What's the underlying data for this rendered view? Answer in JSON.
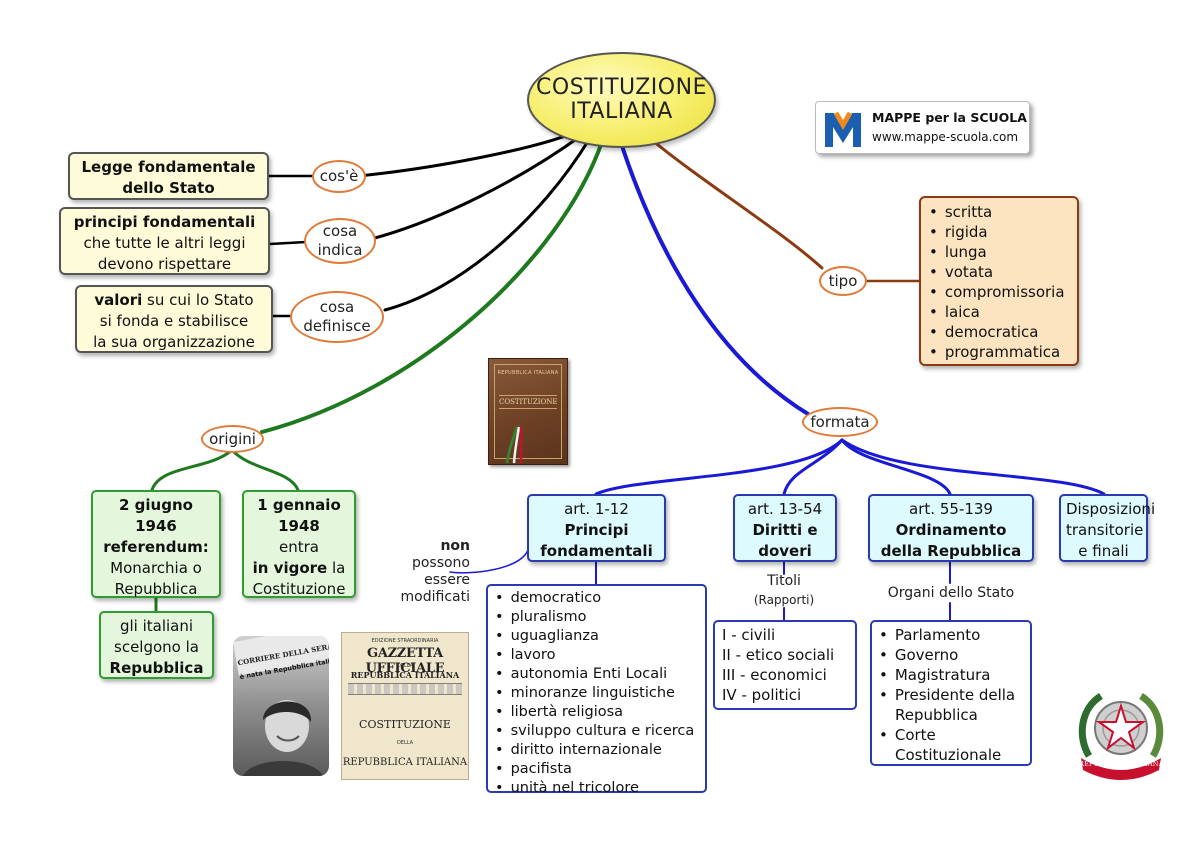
{
  "title": {
    "line1": "COSTITUZIONE",
    "line2": "ITALIANA"
  },
  "logo": {
    "mark": "M",
    "name": "MAPPE per la SCUOLA",
    "url": "www.mappe-scuola.com"
  },
  "left_branch": {
    "links": [
      "cos'è",
      [
        "cosa",
        "indica"
      ],
      [
        "cosa",
        "definisce"
      ]
    ],
    "box1": {
      "bold": [
        "Legge fondamentale",
        "dello Stato"
      ]
    },
    "box2": {
      "bold": "principi fondamentali",
      "rest": [
        "che tutte le altri leggi",
        "devono rispettare"
      ]
    },
    "box3": {
      "bold": "valori",
      "rest1": " su cui lo Stato",
      "rest": [
        "si fonda e stabilisce",
        "la sua organizzazione"
      ]
    }
  },
  "tipo": {
    "label": "tipo",
    "items": [
      "scritta",
      "rigida",
      "lunga",
      "votata",
      "compromissoria",
      "laica",
      "democratica",
      "programmatica"
    ]
  },
  "book": {
    "header": "REPUBBLICA ITALIANA",
    "title": "COSTITUZIONE"
  },
  "origini": {
    "label": "origini",
    "box1": {
      "bold": [
        "2 giugno",
        "1946",
        "referendum:"
      ],
      "rest": [
        "Monarchia o",
        "Repubblica"
      ]
    },
    "box2": {
      "bold": [
        "1 gennaio",
        "1948"
      ],
      "line3": "entra",
      "bold4": "in vigore",
      "rest4": " la",
      "line5": "Costituzione"
    },
    "box3": {
      "line1": "gli italiani",
      "line2": "scelgono la",
      "bold3": "Repubblica"
    }
  },
  "photo": {
    "headline1": "CORRIERE DELLA SERA",
    "headline2": "è nata la Repubblica italiana"
  },
  "gazzetta": {
    "top": "EDIZIONE STRAORDINARIA",
    "title1": "GAZZETTA UFFICIALE",
    "della": "DELLA",
    "title2": "REPUBBLICA ITALIANA",
    "body1": "COSTITUZIONE",
    "body2": "DELLA",
    "body3": "REPUBBLICA ITALIANA"
  },
  "formata": {
    "label": "formata",
    "sec1": {
      "art": "art. 1-12",
      "bold": [
        "Principi",
        "fondamentali"
      ]
    },
    "sec2": {
      "art": "art. 13-54",
      "bold": [
        "Diritti e",
        "doveri"
      ]
    },
    "sec3": {
      "art": "art. 55-139",
      "bold": [
        "Ordinamento",
        "della Repubblica"
      ]
    },
    "sec4": {
      "lines": [
        "Disposizioni",
        "transitorie",
        "e finali"
      ]
    },
    "non_label": {
      "bold": "non",
      "rest": [
        "possono",
        "essere",
        "modificati"
      ]
    },
    "principi_items": [
      "democratico",
      "pluralismo",
      "uguaglianza",
      "lavoro",
      "autonomia Enti Locali",
      "minoranze linguistiche",
      "libertà religiosa",
      "sviluppo cultura e ricerca",
      "diritto internazionale",
      "pacifista",
      "unità nel tricolore"
    ],
    "titoli_label": "Titoli",
    "rapporti_label": "(Rapporti)",
    "titoli_items": [
      "I - civili",
      "II - etico sociali",
      "III - economici",
      "IV - politici"
    ],
    "organi_label": "Organi dello Stato",
    "organi_items": [
      "Parlamento",
      "Governo",
      "Magistratura",
      "Presidente della Repubblica",
      "Corte Costituzionale"
    ]
  },
  "emblem": {
    "ribbon": "REPUBBLICA ITALIANA"
  },
  "colors": {
    "green": "#1f7a1f",
    "blue": "#1a1ad6",
    "brown": "#8b3a12",
    "black": "#000000",
    "orange": "#e07b39"
  }
}
